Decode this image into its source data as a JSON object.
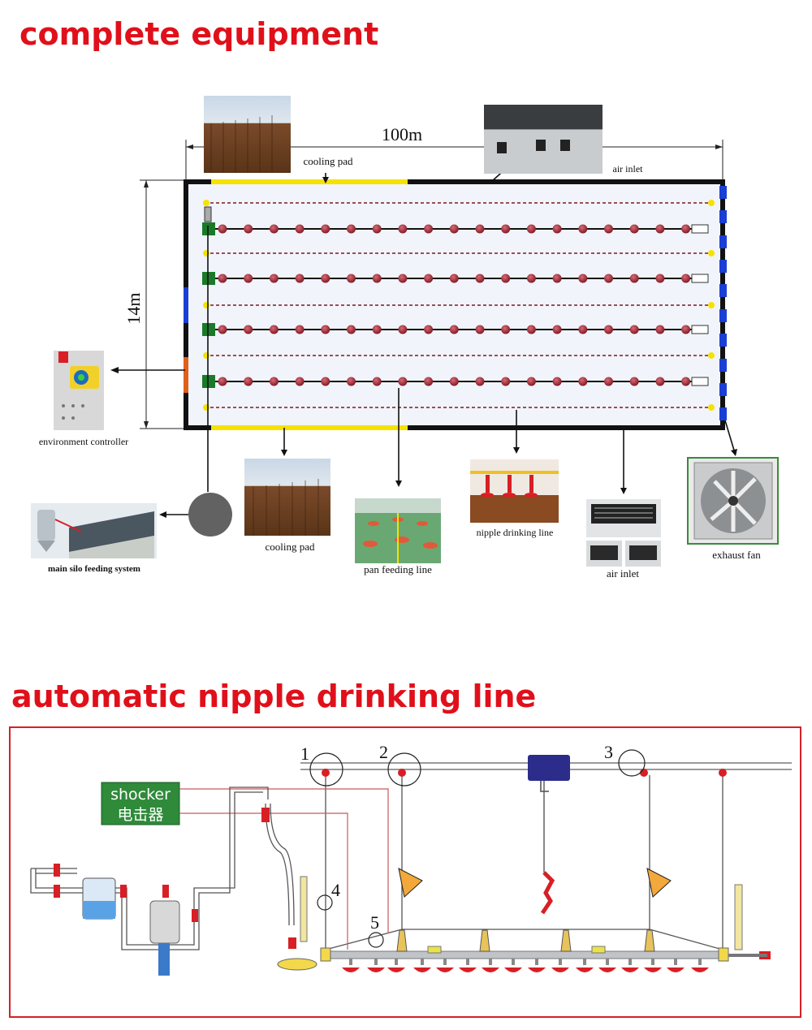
{
  "sections": {
    "complete_equipment": {
      "title": "complete equipment"
    },
    "drinking_line": {
      "title": "automatic nipple drinking line"
    }
  },
  "layout_diagram": {
    "length_label": "100m",
    "width_label": "14m",
    "top_cooling_pad_label": "cooling pad",
    "top_air_inlet_label": "air inlet",
    "environment_controller_label": "environment controller",
    "main_silo_label": "main silo feeding system",
    "bottom_cooling_pad_label": "cooling pad",
    "pan_feeding_label": "pan feeding line",
    "nipple_line_label": "nipple drinking line",
    "bottom_air_inlet_label": "air inlet",
    "exhaust_fan_label": "exhaust fan"
  },
  "drinking_diagram": {
    "shocker_en": "shocker",
    "shocker_cn": "电击器",
    "callouts": [
      "1",
      "2",
      "3",
      "4",
      "5"
    ]
  },
  "colors": {
    "heading": "#e0101a",
    "cooling_pad": "#f5e200",
    "fan": "#1a3fd6",
    "feeder_pan": "#9a1f2a",
    "frame_red": "#d81f25"
  }
}
